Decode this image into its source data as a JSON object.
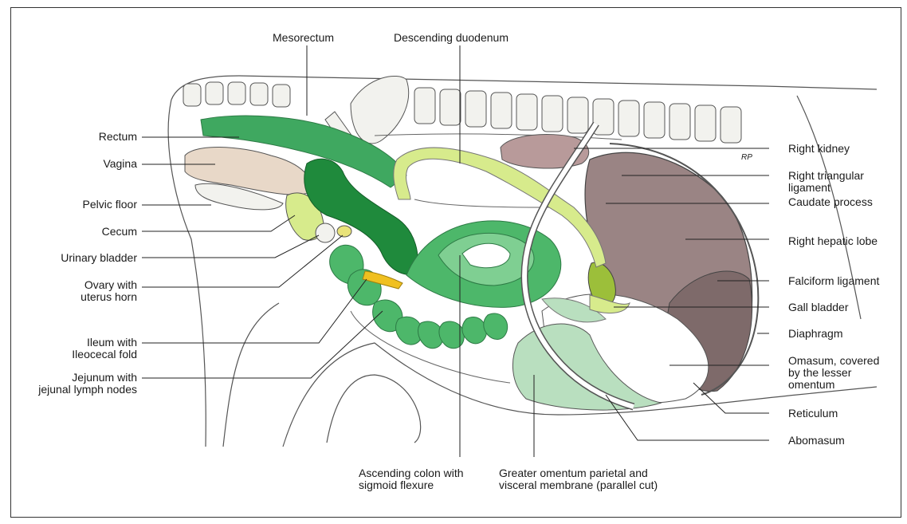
{
  "labels": {
    "mesorectum": "Mesorectum",
    "descending_duodenum": "Descending duodenum",
    "rectum": "Rectum",
    "vagina": "Vagina",
    "pelvic_floor": "Pelvic floor",
    "cecum": "Cecum",
    "urinary_bladder": "Urinary bladder",
    "ovary_1": "Ovary with",
    "ovary_2": "uterus horn",
    "ileum_1": "Ileum with",
    "ileum_2": "Ileocecal fold",
    "jejunum_1": "Jejunum with",
    "jejunum_2": "jejunal lymph nodes",
    "right_kidney": "Right kidney",
    "right_triangular_1": "Right triangular",
    "right_triangular_2": "ligament",
    "caudate_process": "Caudate process",
    "right_hepatic_lobe": "Right hepatic lobe",
    "falciform_ligament": "Falciform ligament",
    "gall_bladder": "Gall bladder",
    "diaphragm": "Diaphragm",
    "omasum_1": "Omasum, covered",
    "omasum_2": "by the lesser",
    "omasum_3": "omentum",
    "reticulum": "Reticulum",
    "abomasum": "Abomasum",
    "ascending_colon_1": "Ascending colon with",
    "ascending_colon_2": "sigmoid flexure",
    "greater_omentum_1": "Greater omentum parietal and",
    "greater_omentum_2": "visceral membrane (parallel cut)"
  },
  "signature": "RP",
  "colors": {
    "intestine_green": "#3fa860",
    "dark_green": "#1f8a3c",
    "colon_green": "#4db76a",
    "pale_green": "#b9dfbf",
    "yellow_green": "#d7eb8c",
    "liver": "#9a8484",
    "liver_dark": "#7e6a6a",
    "kidney": "#b89a9a",
    "vagina": "#e8d8c8",
    "gall_bladder": "#9cbf3a",
    "yellow": "#f0c020",
    "bone": "#f2f2ee",
    "leader": "#222222"
  }
}
